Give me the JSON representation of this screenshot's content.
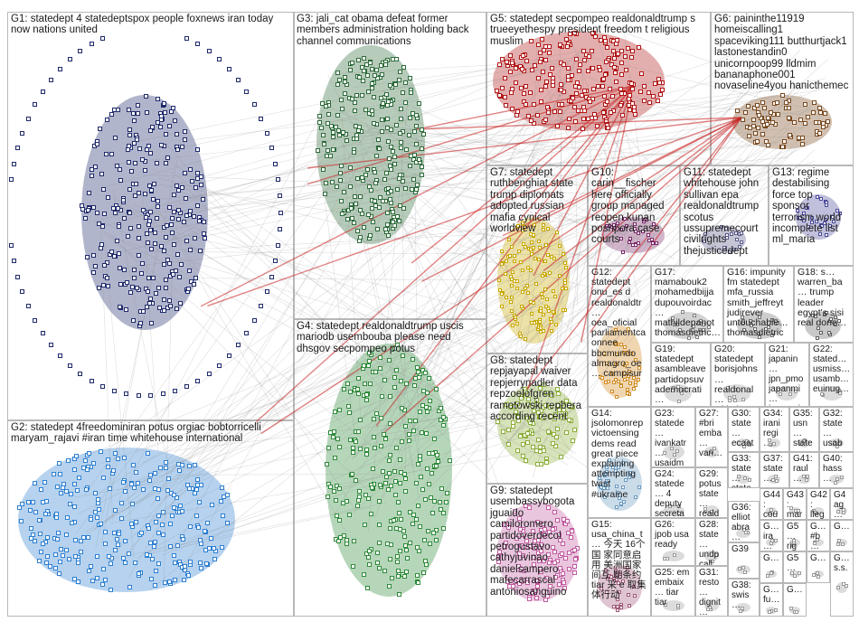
{
  "groups": [
    {
      "id": "G1",
      "label": "G1: statedept 4 statedeptspox people foxnews iran today now nations united",
      "color": "#1f2a6b"
    },
    {
      "id": "G2",
      "label": "G2: statedept 4freedominiran potus orgiac bobtorricelli maryam_rajavi #iran time whitehouse international",
      "color": "#2e7fd0"
    },
    {
      "id": "G3",
      "label": "G3: jali_cat obama defeat former members administration holding back channel communications",
      "color": "#2d6b3a"
    },
    {
      "id": "G4",
      "label": "G4: statedept realdonaldtrump uscis mariodb usembouba please need dhsgov secpompeo potus",
      "color": "#2f8a3a"
    },
    {
      "id": "G5",
      "label": "G5: statedept secpompeo realdonaldtrump s trueeyethespy president freedom t religious muslim",
      "color": "#b01818"
    },
    {
      "id": "G6",
      "label": "G6: paininthe11919 homeiscalling1 spaceviking111 butthurtjack1 lastonestandin0 unicornpoop99 lldmim bananaphone001 novaseline4you hanicthemec",
      "color": "#7a4a20"
    },
    {
      "id": "G7",
      "label": "G7: statedept ruthbenghiat state trump diplomats adopted russian mafia cynical worldview",
      "color": "#c8a800"
    },
    {
      "id": "G8",
      "label": "G8: statedept repjayapal waiver repjerrynadler data repzoelofgren ramotowski repbera according recent",
      "color": "#8cae3a"
    },
    {
      "id": "G9",
      "label": "G9: statedept usembassybogota jguaido camiloromero partidoverdecol petrogustavo cathyjuvinao danielsampero mafecarrascal antoniosanguino",
      "color": "#c05aa0"
    },
    {
      "id": "G10",
      "label": "G10: carin__fischer here officially group managed reopen kunan poshpora case courts",
      "color": "#7a2a6a"
    },
    {
      "id": "G11",
      "label": "G11: statedept whitehouse john sullivan epa realdonaldtrump scotus ussupremecourt civilrights thejusticedept",
      "color": "#5a5a8a"
    },
    {
      "id": "G12",
      "label": "G12: statedept onu_es d realdonaldtr… oea_oficial parliamentca onnee bbcmundo almagro_oe… campisur",
      "color": "#d08a20"
    },
    {
      "id": "G13",
      "label": "G13: regime destabilising force top sponsor terrorism world incomplete list ml_maria",
      "color": "#4a4a9a"
    },
    {
      "id": "G14",
      "label": "G14: jsolomonrep victoensing dems read great piece explaining attempting twist #ukraine",
      "color": "#6a9ac0"
    },
    {
      "id": "G15",
      "label": "G15: usa_china_t… 今天 16个国 家同意启用 美洲国家间互 助条约 tiar 采 e 取集体行动",
      "color": "#a05a7a"
    },
    {
      "id": "G16",
      "label": "G16: impunity fm statedept mfa_russia smith_jeffreyt judirever untouchable… thomasdietric…",
      "color": "#707070"
    },
    {
      "id": "G17",
      "label": "G17: mamabouk2 mohamedbijja dupouvoirdac… mathildepanot thomasdietric…",
      "color": "#808080"
    },
    {
      "id": "G18",
      "label": "G18: s… warren_ba… trump leader egypt's sisi real done…",
      "color": "#606060"
    },
    {
      "id": "G19",
      "label": "G19: statedept asambleave partidopsuv ademocrati…",
      "color": "#9a9a9a"
    },
    {
      "id": "G20",
      "label": "G20: statedept borisjohns… realdonal… whitehous…",
      "color": "#9a9a9a"
    },
    {
      "id": "G21",
      "label": "G21: japanin… jpn_pmo japanmi… japanmi…",
      "color": "#9a9a9a"
    },
    {
      "id": "G22",
      "label": "G22: stated… usmiss… usamb… euinug…",
      "color": "#9a9a9a"
    },
    {
      "id": "G23",
      "label": "G23: statede… ivankatr… usaidm…",
      "color": "#9a9a9a"
    },
    {
      "id": "G24",
      "label": "G24: statede… 4 deputy secreta…",
      "color": "#9a9a9a"
    },
    {
      "id": "G25",
      "label": "G25: em embaix… tiar tiar",
      "color": "#9a9a9a"
    },
    {
      "id": "G26",
      "label": "G26: jpob usa ready",
      "color": "#9a9a9a"
    },
    {
      "id": "G27",
      "label": "G27: #bri emba… van…",
      "color": "#9a9a9a"
    },
    {
      "id": "G28",
      "label": "G28: state… undp call…",
      "color": "#9a9a9a"
    },
    {
      "id": "G29",
      "label": "G29: potus state… reald…",
      "color": "#9a9a9a"
    },
    {
      "id": "G30",
      "label": "G30: state… ecaat…",
      "color": "#9a9a9a"
    },
    {
      "id": "G31",
      "label": "G31: resto… dignit…",
      "color": "#9a9a9a"
    },
    {
      "id": "G32",
      "label": "G32: state… usab…",
      "color": "#9a9a9a"
    },
    {
      "id": "G33",
      "label": "G33: state… state…",
      "color": "#9a9a9a"
    },
    {
      "id": "G34",
      "label": "G34: irani regi…",
      "color": "#9a9a9a"
    },
    {
      "id": "G35",
      "label": "G35: usn… state…",
      "color": "#9a9a9a"
    },
    {
      "id": "G36",
      "label": "G36: elliot abra…",
      "color": "#9a9a9a"
    },
    {
      "id": "G37",
      "label": "G37: state…",
      "color": "#9a9a9a"
    },
    {
      "id": "G38",
      "label": "G38: swis…",
      "color": "#9a9a9a"
    },
    {
      "id": "G39",
      "label": "G39",
      "color": "#9a9a9a"
    },
    {
      "id": "G40",
      "label": "G40: hass…",
      "color": "#9a9a9a"
    },
    {
      "id": "G41",
      "label": "G41: raul…",
      "color": "#9a9a9a"
    },
    {
      "id": "G42",
      "label": "G42: lleg…",
      "color": "#9a9a9a"
    },
    {
      "id": "G43",
      "label": "G43: mar…",
      "color": "#9a9a9a"
    },
    {
      "id": "G44",
      "label": "G44: cou…",
      "color": "#9a9a9a"
    },
    {
      "id": "G45",
      "label": "G4 ag…",
      "color": "#9a9a9a"
    },
    {
      "id": "G46",
      "label": "G… ira…",
      "color": "#9a9a9a"
    },
    {
      "id": "G47",
      "label": "G5… rig…",
      "color": "#9a9a9a"
    },
    {
      "id": "G48",
      "label": "G… #b…",
      "color": "#9a9a9a"
    },
    {
      "id": "G49",
      "label": "G…",
      "color": "#9a9a9a"
    },
    {
      "id": "G50",
      "label": "G… s.s.",
      "color": "#9a9a9a"
    },
    {
      "id": "G51",
      "label": "G… fu…",
      "color": "#9a9a9a"
    },
    {
      "id": "G52",
      "label": "G5…",
      "color": "#9a9a9a"
    },
    {
      "id": "G53",
      "label": "G…",
      "color": "#9a9a9a"
    },
    {
      "id": "G54",
      "label": "G…",
      "color": "#9a9a9a"
    },
    {
      "id": "G55",
      "label": "G…",
      "color": "#9a9a9a"
    }
  ]
}
